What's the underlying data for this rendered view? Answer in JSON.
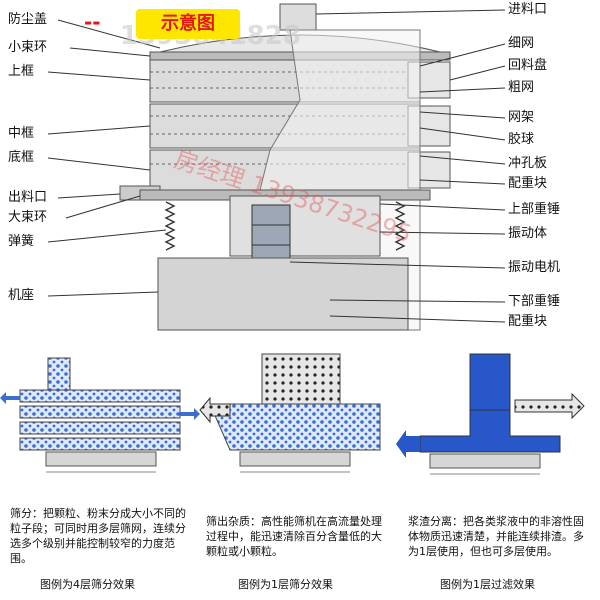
{
  "title": {
    "dash": "--",
    "text": "示意图"
  },
  "watermarks": [
    "1393841828",
    "房经理 13938732295"
  ],
  "left_labels": [
    "防尘盖",
    "小束环",
    "上框",
    "中框",
    "底框",
    "出料口",
    "大束环",
    "弹簧",
    "机座"
  ],
  "right_labels": [
    "进料口",
    "细网",
    "回料盘",
    "粗网",
    "网架",
    "胶球",
    "冲孔板",
    "配重块",
    "上部重锤",
    "振动体",
    "振动电机",
    "下部重锤",
    "配重块"
  ],
  "panels": [
    {
      "desc": "筛分：把颗粒、粉末分成大小不同的粒子段；可同时用多层筛网，连续分选多个级别并能控制较窄的力度范围。",
      "caption": "图例为4层筛分效果"
    },
    {
      "desc": "筛出杂质：高性能筛机在高流量处理过程中，能迅速清除百分含量低的大颗粒或小颗粒。",
      "caption": "图例为1层筛分效果"
    },
    {
      "desc": "浆渣分离：把各类浆液中的非溶性固体物质迅速清楚，并能连续排渣。多为1层使用，但也可多层使用。",
      "caption": "图例为1层过滤效果"
    }
  ],
  "colors": {
    "title_bg": "#ffe600",
    "title_fg": "#e41616",
    "powder": "#3a6fd0",
    "liquid": "#2757c8",
    "frame": "#c9c9c9"
  }
}
